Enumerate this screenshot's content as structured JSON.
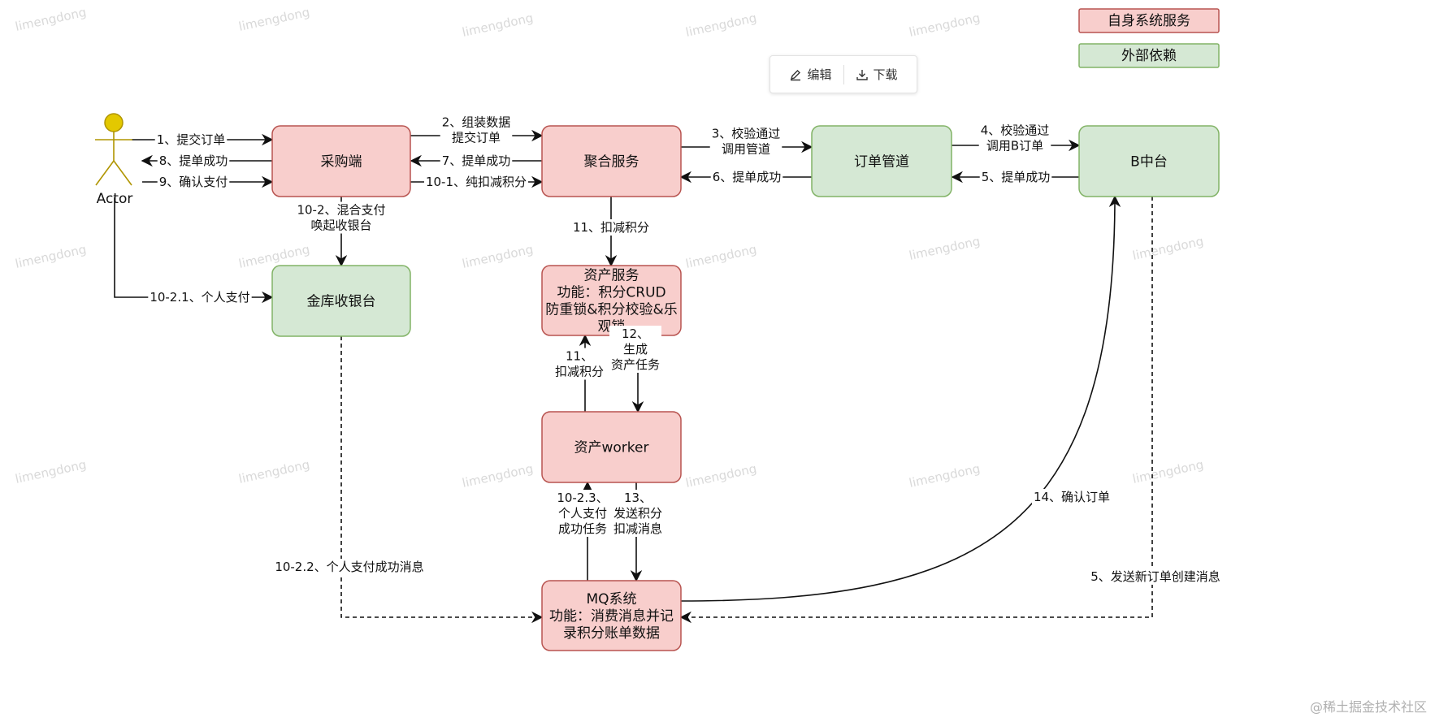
{
  "legend": {
    "self_service": "自身系统服务",
    "external_dep": "外部依赖"
  },
  "toolbar": {
    "edit_label": "编辑",
    "download_label": "下载"
  },
  "actor": {
    "label": "Actor"
  },
  "nodes": {
    "purchase": [
      "采购端"
    ],
    "aggregate": [
      "聚合服务"
    ],
    "order_pipeline": [
      "订单管道"
    ],
    "b_platform": [
      "B中台"
    ],
    "cashier": [
      "金库收银台"
    ],
    "asset_service": [
      "资产服务",
      "功能：积分CRUD",
      "防重锁&积分校验&乐",
      "观锁"
    ],
    "asset_worker": [
      "资产worker"
    ],
    "mq": [
      "MQ系统",
      "功能：消费消息并记",
      "录积分账单数据"
    ]
  },
  "edges": {
    "e1": [
      "1、提交订单"
    ],
    "e8": [
      "8、提单成功"
    ],
    "e9": [
      "9、确认支付"
    ],
    "e2": [
      "2、组装数据",
      "提交订单"
    ],
    "e7": [
      "7、提单成功"
    ],
    "e10_1": [
      "10-1、纯扣减积分"
    ],
    "e3": [
      "3、校验通过",
      "调用管道"
    ],
    "e6": [
      "6、提单成功"
    ],
    "e4": [
      "4、校验通过",
      "调用B订单"
    ],
    "e5": [
      "5、提单成功"
    ],
    "e10_2": [
      "10-2、混合支付",
      "唤起收银台"
    ],
    "e10_2_1": [
      "10-2.1、个人支付"
    ],
    "e11_top": [
      "11、扣减积分"
    ],
    "e11_up": [
      "11、",
      "扣减积分"
    ],
    "e12": [
      "12、",
      "生成",
      "资产任务"
    ],
    "e10_2_3": [
      "10-2.3、",
      "个人支付",
      "成功任务"
    ],
    "e13": [
      "13、",
      "发送积分",
      "扣减消息"
    ],
    "e10_2_2": [
      "10-2.2、个人支付成功消息"
    ],
    "e14": [
      "14、确认订单"
    ],
    "e5_msg": [
      "5、发送新订单创建消息"
    ]
  },
  "watermark_text": "limengdong",
  "site_mark": "@稀土掘金技术社区",
  "colors": {
    "self_fill": "#f8cecc",
    "self_stroke": "#b85450",
    "ext_fill": "#d5e8d4",
    "ext_stroke": "#82b366",
    "actor_fill": "#e3c800",
    "actor_stroke": "#b09500"
  }
}
